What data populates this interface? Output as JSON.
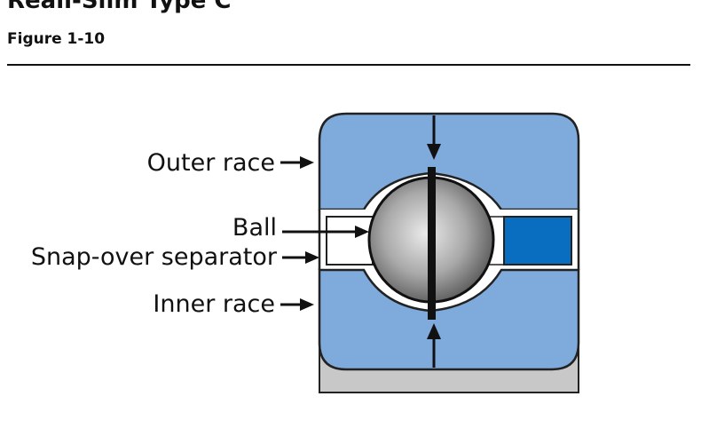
{
  "header": {
    "title": "Reali-Slim Type C",
    "figure": "Figure 1-10"
  },
  "diagram": {
    "labels": {
      "outer_race": "Outer race",
      "ball": "Ball",
      "separator": "Snap-over separator",
      "inner_race": "Inner race"
    },
    "colors": {
      "race": "#7EAADC",
      "separator": "#0A6EC0",
      "ball_dark": "#555555",
      "ball_light": "#e8e8e8",
      "housing": "#c8c8c8"
    }
  }
}
